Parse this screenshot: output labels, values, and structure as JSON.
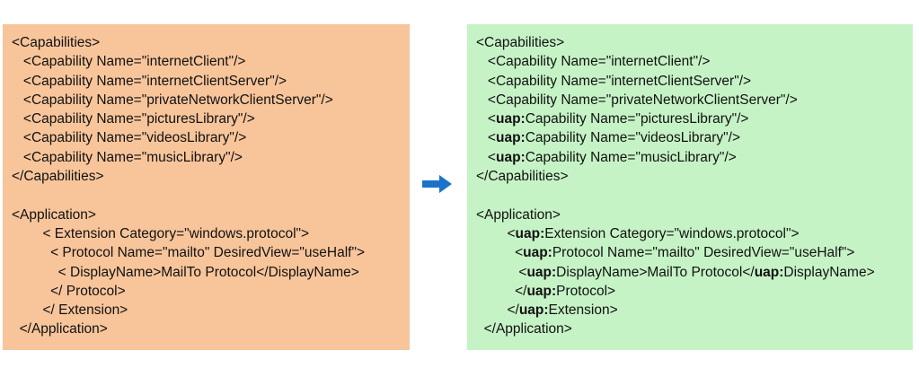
{
  "colors": {
    "left_panel": "#f8c59b",
    "right_panel": "#c6f3c6",
    "arrow": "#1a73c9"
  },
  "arrow_icon": "arrow-right-icon",
  "left_lines": [
    "<Capabilities>",
    "   <Capability Name=\"internetClient\"/>",
    "   <Capability Name=\"internetClientServer\"/>",
    "   <Capability Name=\"privateNetworkClientServer\"/>",
    "   <Capability Name=\"picturesLibrary\"/>",
    "   <Capability Name=\"videosLibrary\"/>",
    "   <Capability Name=\"musicLibrary\"/>",
    "</Capabilities>",
    "",
    "<Application>",
    "        < Extension Category=\"windows.protocol\">",
    "          < Protocol Name=\"mailto\" DesiredView=\"useHalf\">",
    "            < DisplayName>MailTo Protocol</DisplayName>",
    "          </ Protocol>",
    "        </ Extension>",
    "  </Application>"
  ],
  "right_lines": [
    [
      {
        "t": "<Capabilities>"
      }
    ],
    [
      {
        "t": "   <Capability Name=\"internetClient\"/>"
      }
    ],
    [
      {
        "t": "   <Capability Name=\"internetClientServer\"/>"
      }
    ],
    [
      {
        "t": "   <Capability Name=\"privateNetworkClientServer\"/>"
      }
    ],
    [
      {
        "t": "   <"
      },
      {
        "t": "uap:",
        "b": true
      },
      {
        "t": "Capability Name=\"picturesLibrary\"/>"
      }
    ],
    [
      {
        "t": "   <"
      },
      {
        "t": "uap:",
        "b": true
      },
      {
        "t": "Capability Name=\"videosLibrary\"/>"
      }
    ],
    [
      {
        "t": "   <"
      },
      {
        "t": "uap:",
        "b": true
      },
      {
        "t": "Capability Name=\"musicLibrary\"/>"
      }
    ],
    [
      {
        "t": "</Capabilities>"
      }
    ],
    [
      {
        "t": ""
      }
    ],
    [
      {
        "t": "<Application>"
      }
    ],
    [
      {
        "t": "        <"
      },
      {
        "t": "uap:",
        "b": true
      },
      {
        "t": "Extension Category=\"windows.protocol\">"
      }
    ],
    [
      {
        "t": "          <"
      },
      {
        "t": "uap:",
        "b": true
      },
      {
        "t": "Protocol Name=\"mailto\" DesiredView=\"useHalf\">"
      }
    ],
    [
      {
        "t": "           <"
      },
      {
        "t": "uap:",
        "b": true
      },
      {
        "t": "DisplayName>MailTo Protocol</"
      },
      {
        "t": "uap:",
        "b": true
      },
      {
        "t": "DisplayName>"
      }
    ],
    [
      {
        "t": "          </"
      },
      {
        "t": "uap:",
        "b": true
      },
      {
        "t": "Protocol>"
      }
    ],
    [
      {
        "t": "        </"
      },
      {
        "t": "uap:",
        "b": true
      },
      {
        "t": "Extension>"
      }
    ],
    [
      {
        "t": "  </Application>"
      }
    ]
  ]
}
